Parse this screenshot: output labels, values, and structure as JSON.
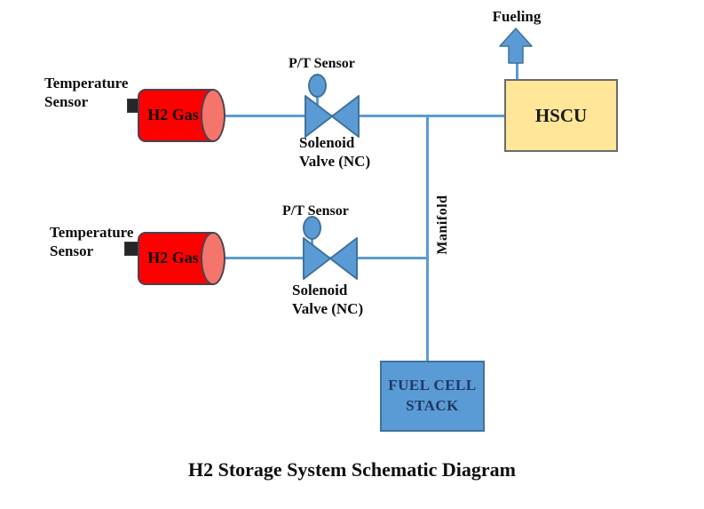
{
  "title": "H2 Storage System Schematic Diagram",
  "tanks": [
    {
      "temp_sensor_label": "Temperature Sensor",
      "tank_label": "H2 Gas"
    },
    {
      "temp_sensor_label": "Temperature Sensor",
      "tank_label": "H2 Gas"
    }
  ],
  "valves": [
    {
      "pt_sensor_label": "P/T Sensor",
      "valve_label": "Solenoid Valve (NC)"
    },
    {
      "pt_sensor_label": "P/T Sensor",
      "valve_label": "Solenoid Valve (NC)"
    }
  ],
  "manifold": {
    "label": "Manifold"
  },
  "hscu": {
    "label": "HSCU"
  },
  "fueling": {
    "label": "Fueling"
  },
  "fuel_cell": {
    "label": "FUEL CELL STACK"
  },
  "icons": {
    "valve-bowtie-icon": "two facing triangles (normally-closed solenoid valve symbol)",
    "pt-sensor-bulb-icon": "ellipse on stem above valve",
    "fueling-arrow-up-icon": "blue block arrow pointing up",
    "temperature-probe-icon": "small black square on tank shoulder",
    "h2-tank-icon": "red horizontal cylinder with elliptical cap"
  },
  "colors": {
    "pipe_blue": "#5B9BD5",
    "shape_border_blue": "#41719C",
    "tank_red": "#FE0000",
    "tank_cap_pink": "#F4756B",
    "hscu_fill": "#FFE699",
    "fuel_cell_fill": "#5B9BD5",
    "fuel_cell_text": "#1F3864",
    "probe_black": "#262626",
    "background": "#FFFFFF"
  }
}
